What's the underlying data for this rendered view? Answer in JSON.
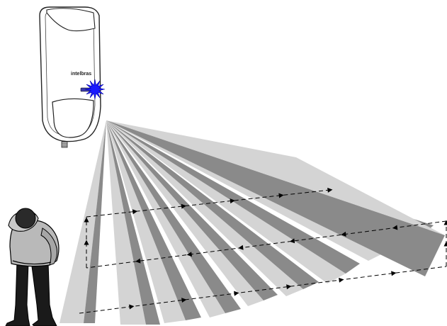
{
  "device": {
    "brand": "intelbras",
    "led_color": "#1a1aff"
  },
  "beams": {
    "count": 10,
    "light_color": "#d4d4d4",
    "dark_color": "#8a8a8a"
  },
  "walk_path": {
    "style": "dashed",
    "color": "#000000"
  }
}
